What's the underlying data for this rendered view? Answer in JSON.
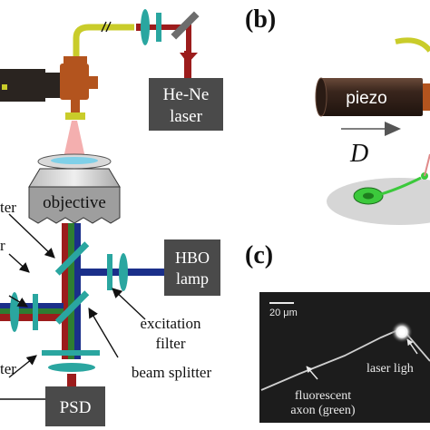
{
  "panels": {
    "b": "(b)",
    "c": "(c)"
  },
  "labels": {
    "laser_box_line1": "He-Ne",
    "laser_box_line2": "laser",
    "objective": "objective",
    "hbo_line1": "HBO",
    "hbo_line2": "lamp",
    "psd": "PSD",
    "excitation_line1": "excitation",
    "excitation_line2": "filter",
    "beam_splitter": "beam splitter",
    "left_filter_top": "ter",
    "left_filter_mid": "r",
    "left_filter_bottom": "ter",
    "piezo": "piezo",
    "displacement": "D",
    "scale_bar": "20 μm",
    "laser_light": "laser ligh",
    "axon_line1": "fluorescent",
    "axon_line2": "axon (green)"
  },
  "colors": {
    "he_ne_beam": "#9c1c1c",
    "fluorescence_beam": "#2e7d32",
    "excitation_beam": "#1a2f8a",
    "filter": "#2aa6a0",
    "box": "#4a4a4a",
    "fiber": "#c9cc2a",
    "coupler": "#b3541e",
    "micrograph_bg": "#1c1c1c",
    "axon": "#d0d0d0",
    "laser_spot": "#ffffff"
  }
}
